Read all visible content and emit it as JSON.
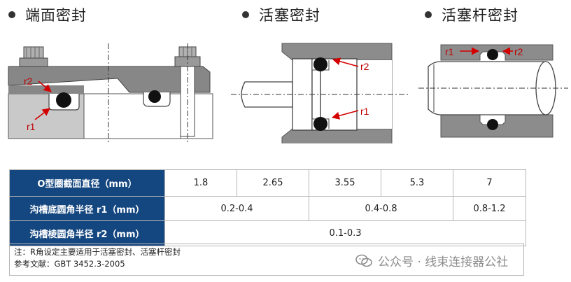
{
  "headings": [
    "端面密封",
    "活塞密封",
    "活塞杆密封"
  ],
  "labels": {
    "r1": "r1",
    "r2": "r2"
  },
  "table": {
    "rows": [
      {
        "header": "O型圈截面直径（mm）",
        "cells": [
          "1.8",
          "2.65",
          "3.55",
          "5.3",
          "7"
        ]
      },
      {
        "header": "沟槽底圆角半径 r1（mm）",
        "cells": [
          "0.2-0.4",
          "0.4-0.8",
          "0.8-1.2"
        ]
      },
      {
        "header": "沟槽棱圆角半径 r2（mm）",
        "cells": [
          "0.1-0.3"
        ]
      }
    ]
  },
  "notes": [
    "注：R角设定主要适用于活塞密封、活塞杆密封",
    "参考文献：GBT 3452.3-2005"
  ],
  "watermark": {
    "icon": "wechat-icon",
    "text": "公众号 · 线束连接器公社"
  },
  "colors": {
    "header_bg": "#14467f",
    "label_red": "#c00000",
    "part_gray": "#888888"
  }
}
